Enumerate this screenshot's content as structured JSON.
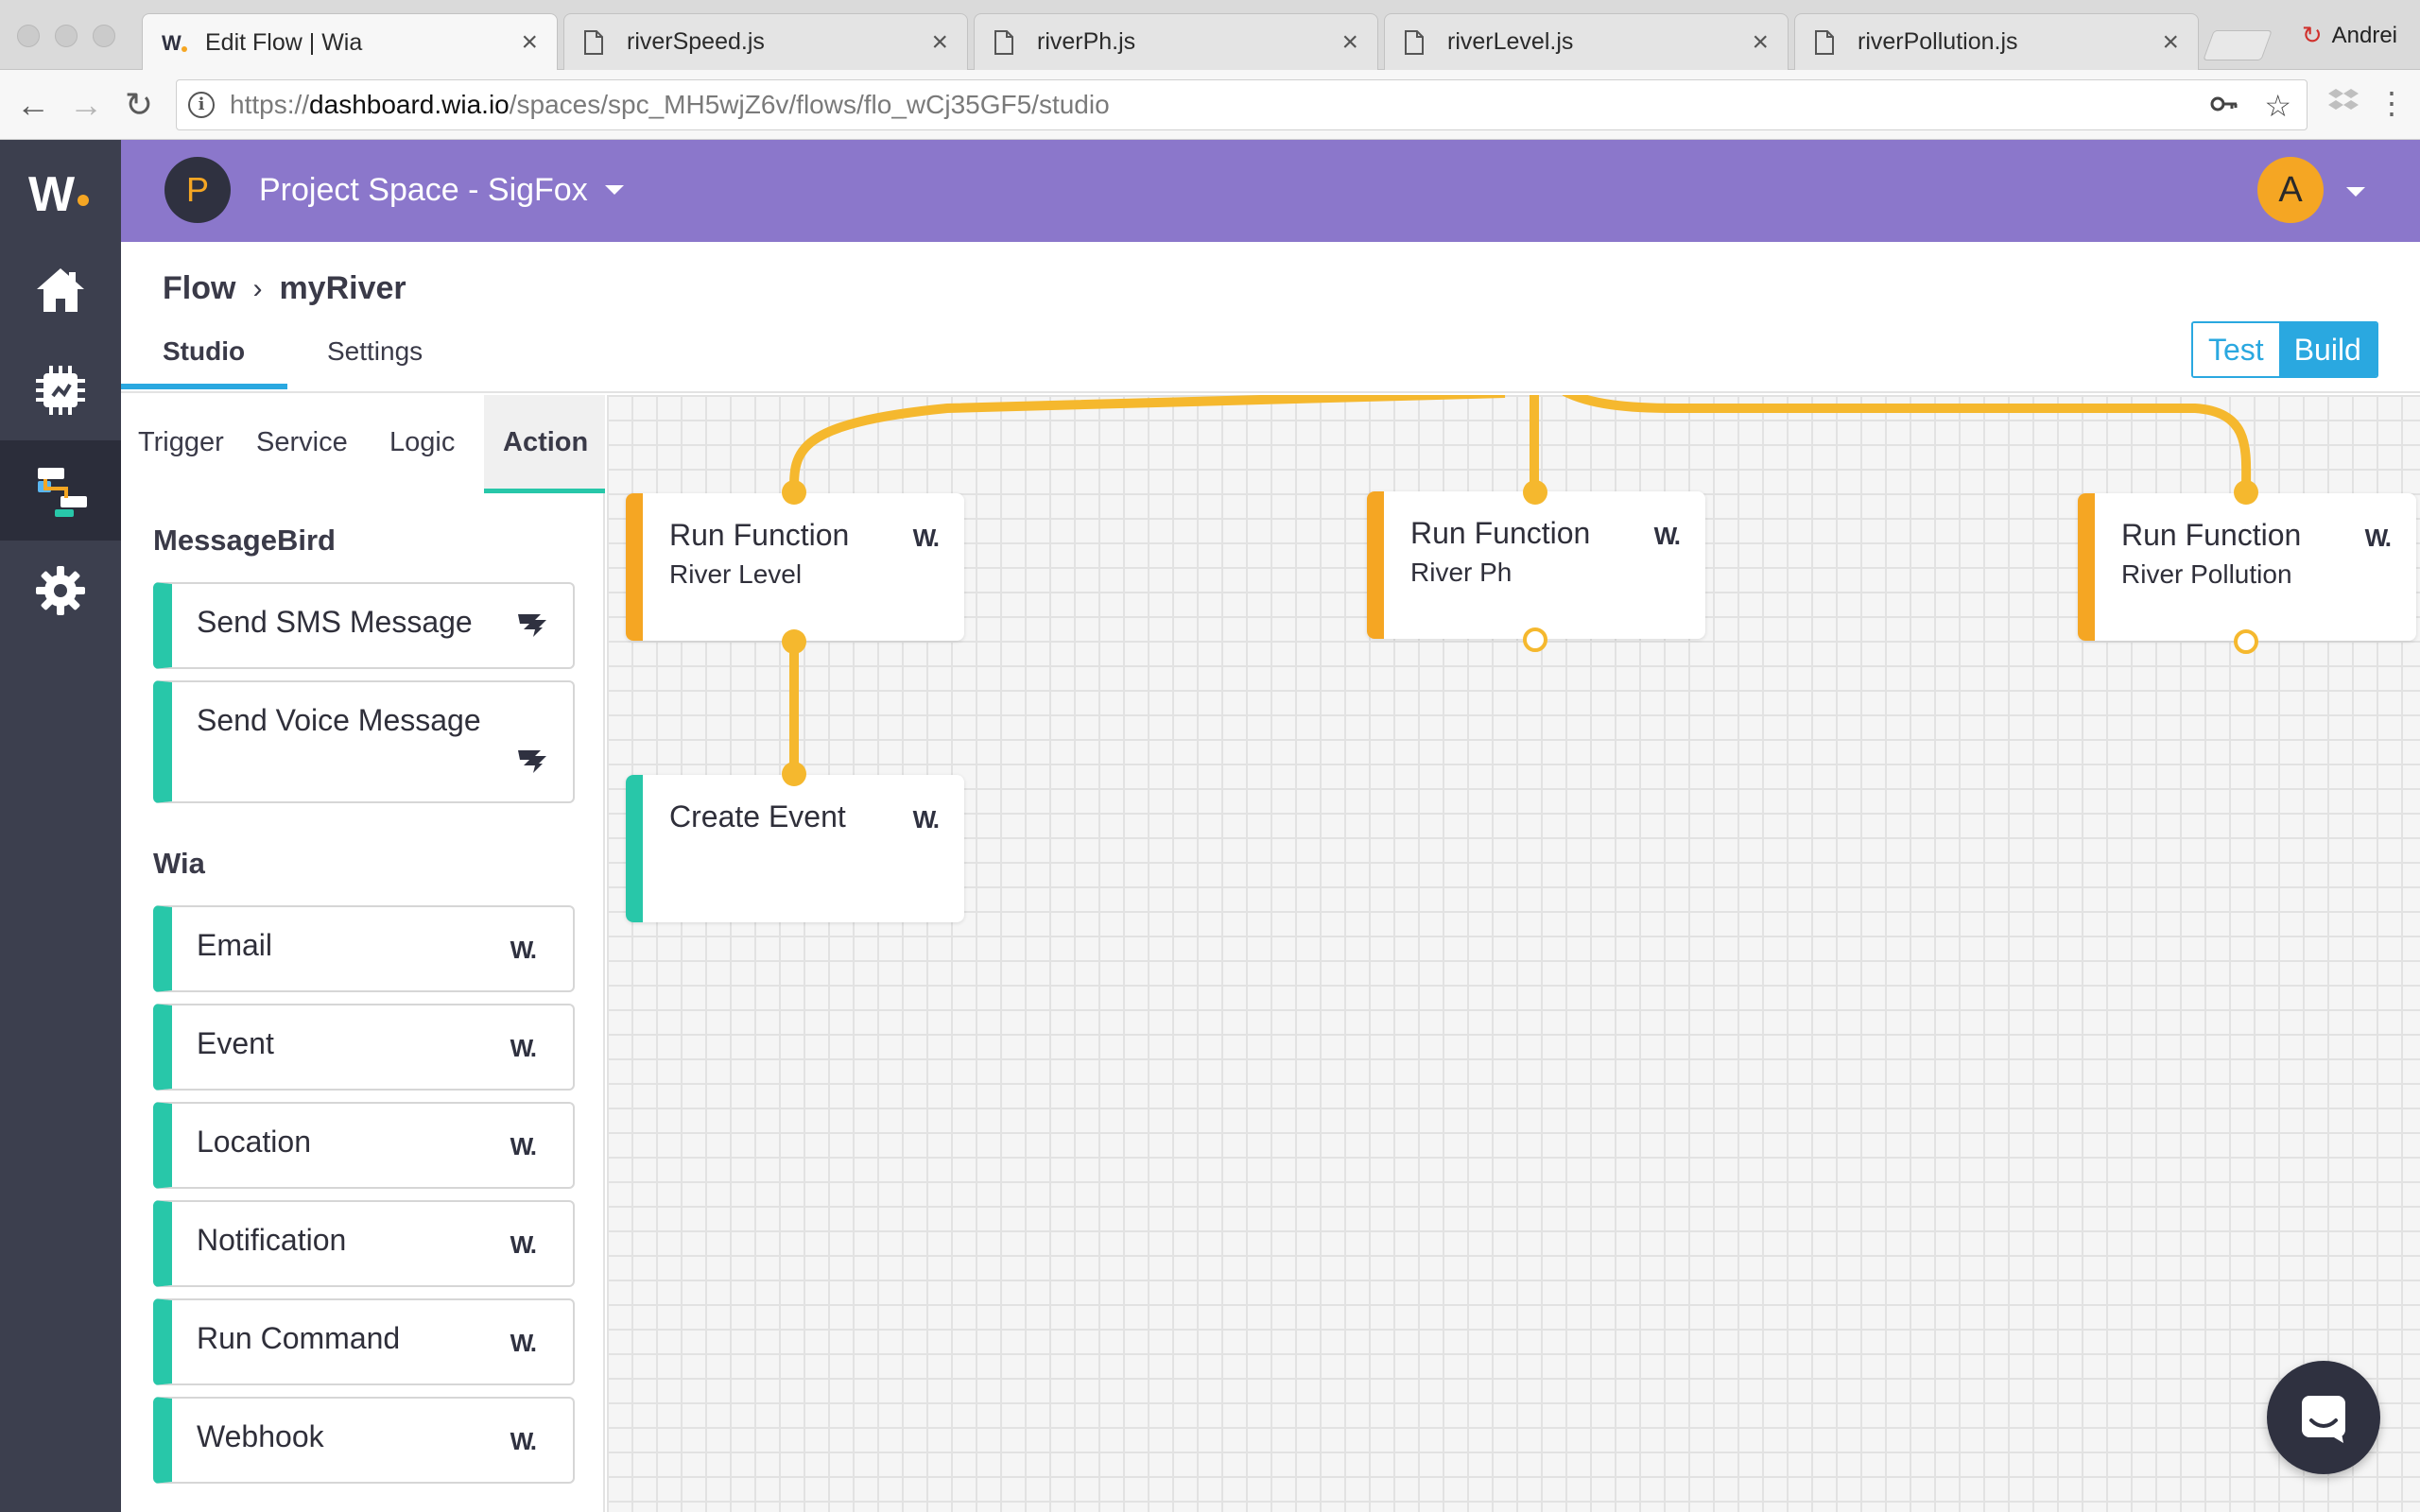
{
  "browser": {
    "tabs": [
      {
        "title": "Edit Flow | Wia",
        "active": true,
        "icon": "wia-favicon"
      },
      {
        "title": "riverSpeed.js",
        "active": false,
        "icon": "file-icon"
      },
      {
        "title": "riverPh.js",
        "active": false,
        "icon": "file-icon"
      },
      {
        "title": "riverLevel.js",
        "active": false,
        "icon": "file-icon"
      },
      {
        "title": "riverPollution.js",
        "active": false,
        "icon": "file-icon"
      }
    ],
    "profile_name": "Andrei",
    "url_prefix": "https://",
    "url_domain": "dashboard.wia.io",
    "url_path": "/spaces/spc_MH5wjZ6v/flows/flo_wCj35GF5/studio"
  },
  "app": {
    "logo_text": "W",
    "accent_color": "#8b77cb",
    "nav": [
      "home-icon",
      "device-chip-icon",
      "flow-icon",
      "settings-gear-icon"
    ],
    "space": {
      "avatar_letter": "P",
      "name": "Project Space - SigFox"
    },
    "user": {
      "avatar_letter": "A"
    }
  },
  "page": {
    "breadcrumb_root": "Flow",
    "breadcrumb_sep": "›",
    "breadcrumb_current": "myRiver",
    "tabs": [
      "Studio",
      "Settings"
    ],
    "active_tab": "Studio",
    "mode_test": "Test",
    "mode_build": "Build",
    "active_mode": "Build"
  },
  "palette": {
    "categories": [
      "Trigger",
      "Service",
      "Logic",
      "Action"
    ],
    "active_category": "Action",
    "groups": [
      {
        "title": "MessageBird",
        "items": [
          {
            "label": "Send SMS Message",
            "icon": "messagebird-icon"
          },
          {
            "label": "Send Voice Message",
            "icon": "messagebird-icon"
          }
        ]
      },
      {
        "title": "Wia",
        "items": [
          {
            "label": "Email",
            "icon": "wia-logo-icon"
          },
          {
            "label": "Event",
            "icon": "wia-logo-icon"
          },
          {
            "label": "Location",
            "icon": "wia-logo-icon"
          },
          {
            "label": "Notification",
            "icon": "wia-logo-icon"
          },
          {
            "label": "Run Command",
            "icon": "wia-logo-icon"
          },
          {
            "label": "Webhook",
            "icon": "wia-logo-icon"
          }
        ]
      }
    ]
  },
  "canvas": {
    "wire_color": "#f5b82e",
    "nodes": [
      {
        "title": "Run Function",
        "subtitle": "River Level",
        "bar_color": "#f5a623"
      },
      {
        "title": "Run Function",
        "subtitle": "River Ph",
        "bar_color": "#f5a623"
      },
      {
        "title": "Run Function",
        "subtitle": "River Pollution",
        "bar_color": "#f5a623"
      },
      {
        "title": "Create Event",
        "subtitle": "",
        "bar_color": "#28c7a9"
      }
    ]
  },
  "widgets": {
    "chat_icon": "chat-bubble-icon"
  }
}
